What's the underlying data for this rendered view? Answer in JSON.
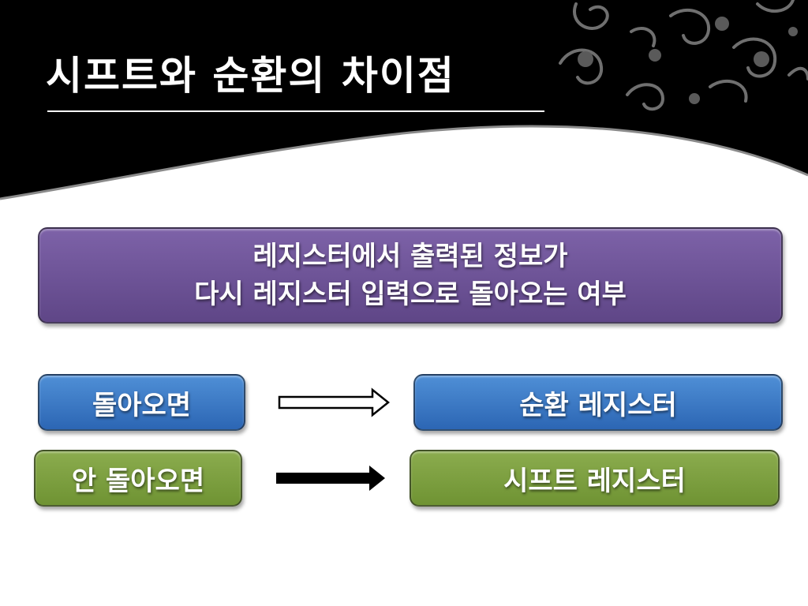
{
  "slide": {
    "title": "시프트와 순환의 차이점",
    "definition": {
      "line1": "레지스터에서 출력된 정보가",
      "line2": "다시 레지스터 입력으로 돌아오는 여부"
    },
    "rows": [
      {
        "condition": "돌아오면",
        "result": "순환 레지스터",
        "arrow_style": "hollow"
      },
      {
        "condition": "안 돌아오면",
        "result": "시프트 레지스터",
        "arrow_style": "solid"
      }
    ]
  },
  "colors": {
    "header": "#000000",
    "definition_box": "#6b509a",
    "blue_box": "#3c7ac6",
    "green_box": "#7a9c3f",
    "text": "#ffffff"
  }
}
